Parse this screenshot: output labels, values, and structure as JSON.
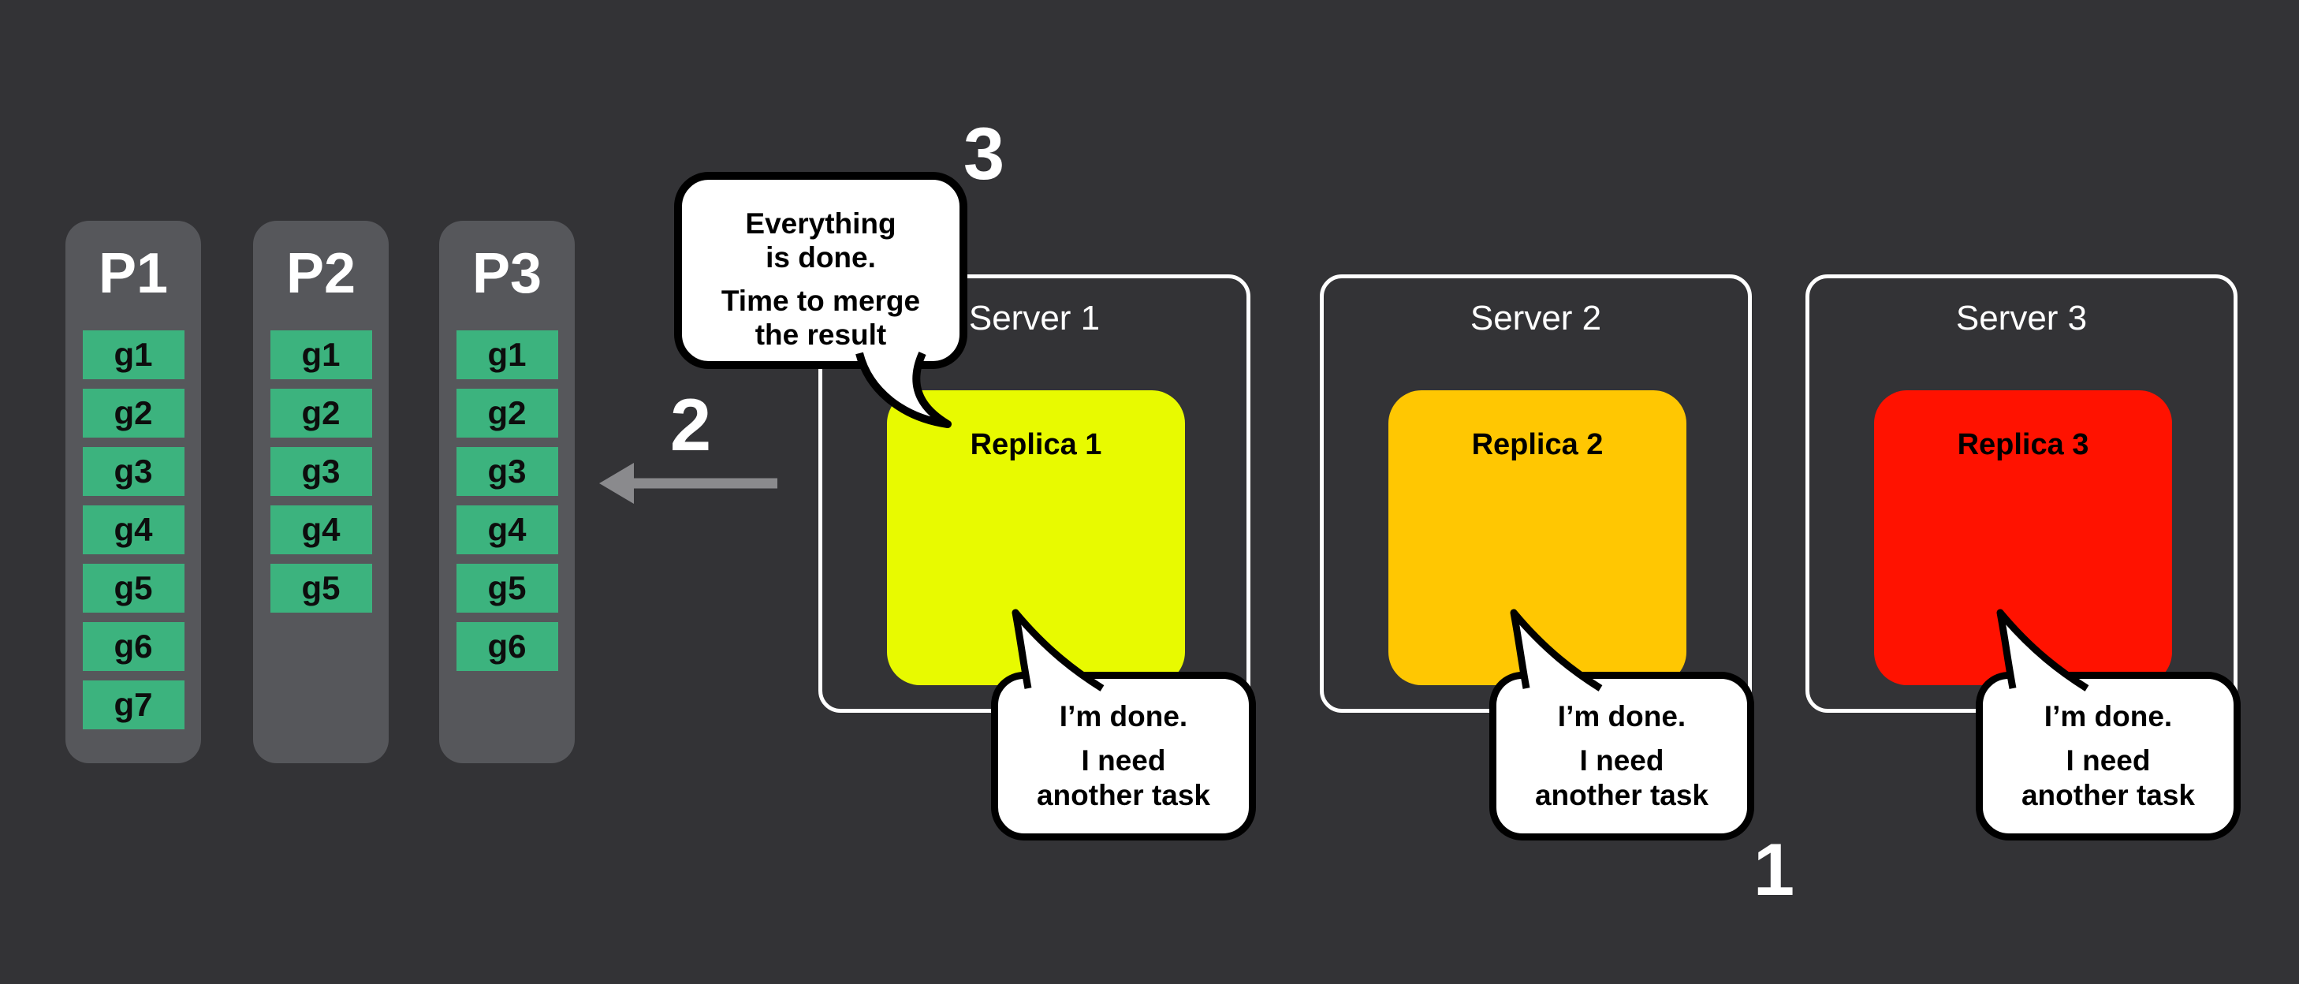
{
  "canvas": {
    "background": "#333336"
  },
  "partitions": {
    "column_bg": "#56575b",
    "chip_bg": "#3cb37e",
    "title_color": "#ffffff",
    "items": [
      {
        "label": "P1",
        "tasks": [
          "g1",
          "g2",
          "g3",
          "g4",
          "g5",
          "g6",
          "g7"
        ]
      },
      {
        "label": "P2",
        "tasks": [
          "g1",
          "g2",
          "g3",
          "g4",
          "g5"
        ]
      },
      {
        "label": "P3",
        "tasks": [
          "g1",
          "g2",
          "g3",
          "g4",
          "g5",
          "g6"
        ]
      }
    ]
  },
  "servers": {
    "border_color": "#ffffff",
    "items": [
      {
        "label": "Server 1",
        "replica_label": "Replica 1",
        "replica_color": "#e8fa00"
      },
      {
        "label": "Server 2",
        "replica_label": "Replica 2",
        "replica_color": "#ffc702"
      },
      {
        "label": "Server 3",
        "replica_label": "Replica 3",
        "replica_color": "#ff1200"
      }
    ]
  },
  "speech_bubbles": {
    "merge": {
      "line1": "Everything",
      "line2": "is done.",
      "line3": "Time to merge",
      "line4": "the result"
    },
    "done": {
      "line1": "I’m done.",
      "line2": "I need",
      "line3": "another task"
    }
  },
  "step_labels": {
    "step1": "1",
    "step2": "2",
    "step3": "3"
  },
  "arrow": {
    "color": "#8a8a8d",
    "direction": "left"
  }
}
